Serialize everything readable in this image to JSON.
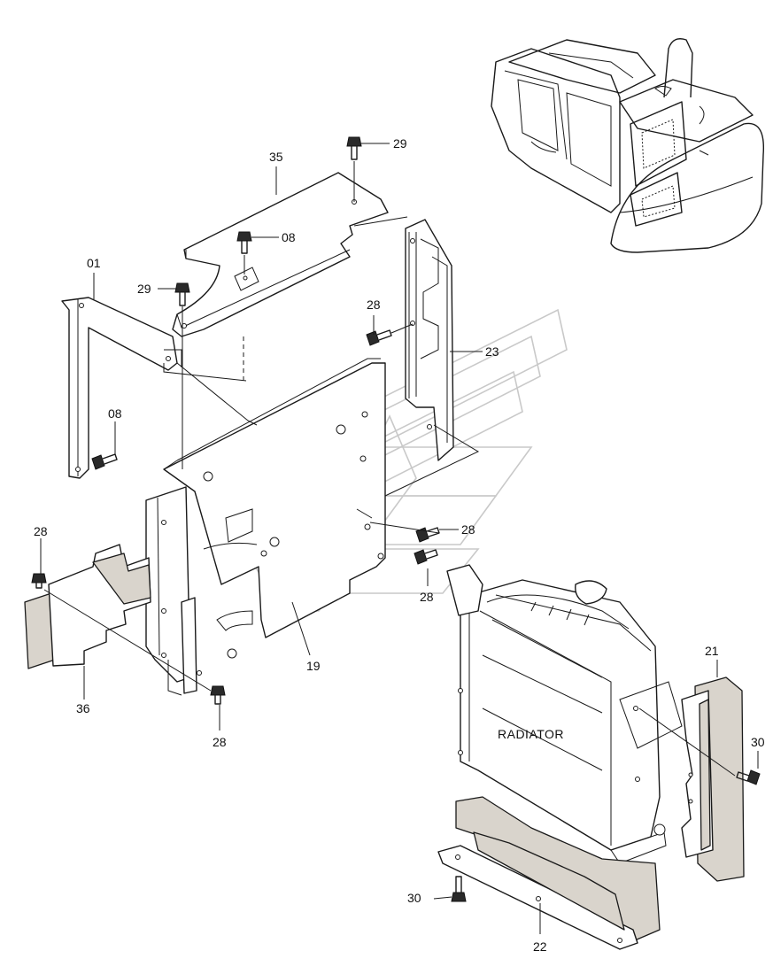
{
  "labels": {
    "p35": "35",
    "p29a": "29",
    "p08a": "08",
    "p01": "01",
    "p29b": "29",
    "p28a": "28",
    "p23": "23",
    "p08b": "08",
    "p28b": "28",
    "p28c": "28",
    "p28d": "28",
    "p19": "19",
    "p36": "36",
    "p28e": "28",
    "p21": "21",
    "p30a": "30",
    "p30b": "30",
    "p22": "22",
    "radiator": "RADIATOR"
  }
}
